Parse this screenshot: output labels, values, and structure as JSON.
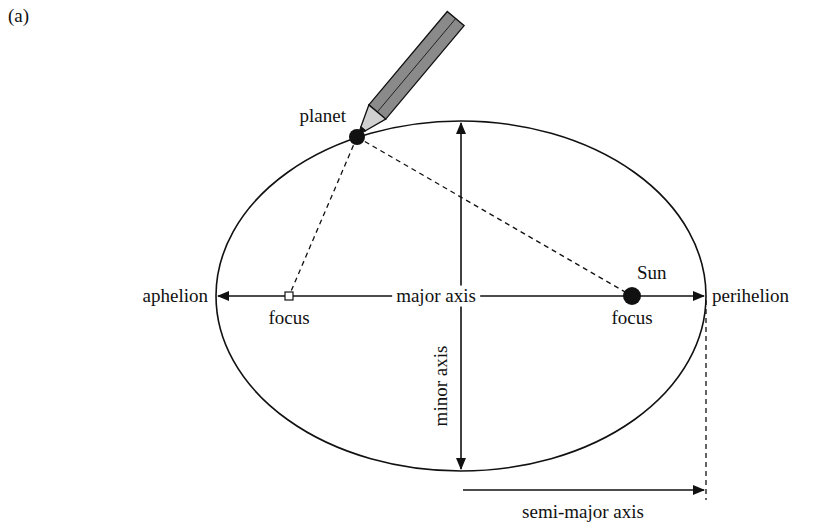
{
  "diagram": {
    "labels": [
      "(a)",
      "planet",
      "aphelion",
      "major axis",
      "perihelion",
      "Sun",
      "focus",
      "focus",
      "minor axis",
      "semi-major axis"
    ]
  }
}
